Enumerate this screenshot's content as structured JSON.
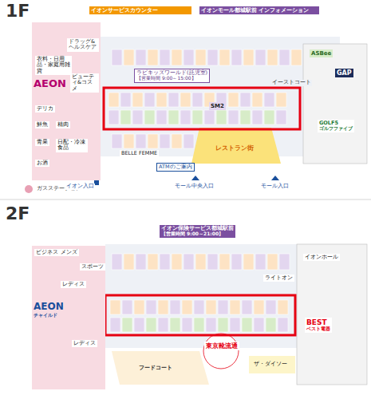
{
  "diagram": {
    "nodes": [
      {
        "text": [
          "AEON"
        ]
      },
      {
        "text": [
          "ドラッグ&ヘルスケア"
        ],
        "in": 0
      },
      {
        "text": [
          "衣料・日用品・家庭用雑貨"
        ],
        "in": 0
      },
      {
        "text": [
          "ビューティ&コスメ"
        ],
        "in": 0
      },
      {
        "text": [
          "デリカ"
        ],
        "in": 0
      },
      {
        "text": [
          "鮮魚"
        ],
        "in": 0
      },
      {
        "text": [
          "精肉"
        ],
        "in": 0
      },
      {
        "text": [
          "青果"
        ],
        "in": 0
      },
      {
        "text": [
          "日配・冷凍食品"
        ],
        "in": 0
      },
      {
        "text": [
          "お酒"
        ],
        "in": 0
      },
      {
        "text": [
          "イオンサービスカウンター"
        ]
      },
      {
        "text": [
          "イオンモール都城駅前 インフォメーション"
        ]
      },
      {
        "text": [
          "ラピキッズワールド(託児室)",
          "【営業時間 9:00～15:00】"
        ]
      },
      {
        "text": [
          "ASBee"
        ]
      },
      {
        "text": [
          "GAP"
        ]
      },
      {
        "text": [
          "GOLF5",
          "ゴルフファイブ"
        ]
      },
      {
        "text": [
          "SM2"
        ]
      },
      {
        "text": [
          "BELLE FEMME"
        ]
      },
      {
        "text": [
          "レストラン街"
        ]
      },
      {
        "text": [
          "ATMのご案内"
        ]
      },
      {
        "text": [
          "ガスステーション"
        ]
      },
      {
        "text": [
          "AEON",
          "チャイルド"
        ]
      },
      {
        "text": [
          "ビジネス"
        ],
        "in": 21
      },
      {
        "text": [
          "メンズ"
        ],
        "in": 21
      },
      {
        "text": [
          "スポーツ"
        ],
        "in": 21
      },
      {
        "text": [
          "レディス"
        ],
        "in": 21
      },
      {
        "text": [
          "レディス"
        ],
        "in": 21
      },
      {
        "text": [
          "イオン保険サービス都城駅前",
          "【営業時間 9:00～21:00】"
        ]
      },
      {
        "text": [
          "ライトオン"
        ]
      },
      {
        "text": [
          "イオンホール"
        ]
      },
      {
        "text": [
          "BEST",
          "ベスト電器"
        ]
      },
      {
        "text": [
          "東京靴流通"
        ]
      },
      {
        "text": [
          "ザ・ダイソー"
        ]
      },
      {
        "text": [
          "フードコート"
        ]
      }
    ],
    "labels": [
      "1F",
      "2F",
      "イオン入口",
      "モール中央入口",
      "モール入口",
      "イーストコート"
    ]
  }
}
